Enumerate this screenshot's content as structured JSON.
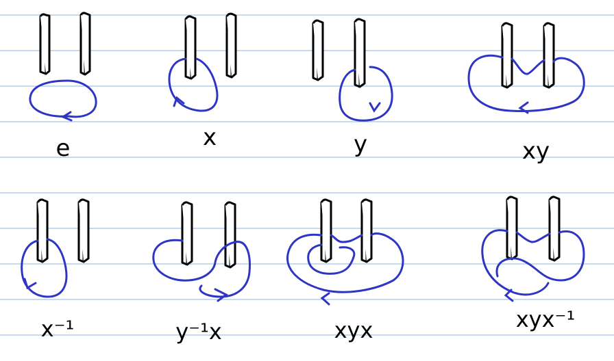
{
  "labels": {
    "p1": "e",
    "p2": "x",
    "p3": "y",
    "p4": "xy",
    "p5": "x⁻¹",
    "p6": "y⁻¹x",
    "p7": "xyx",
    "p8": "xyx⁻¹"
  },
  "colors": {
    "ruled_line": "#9ec3ea",
    "loop": "#2e35c4",
    "post": "#000000",
    "background": "#ffffff"
  }
}
